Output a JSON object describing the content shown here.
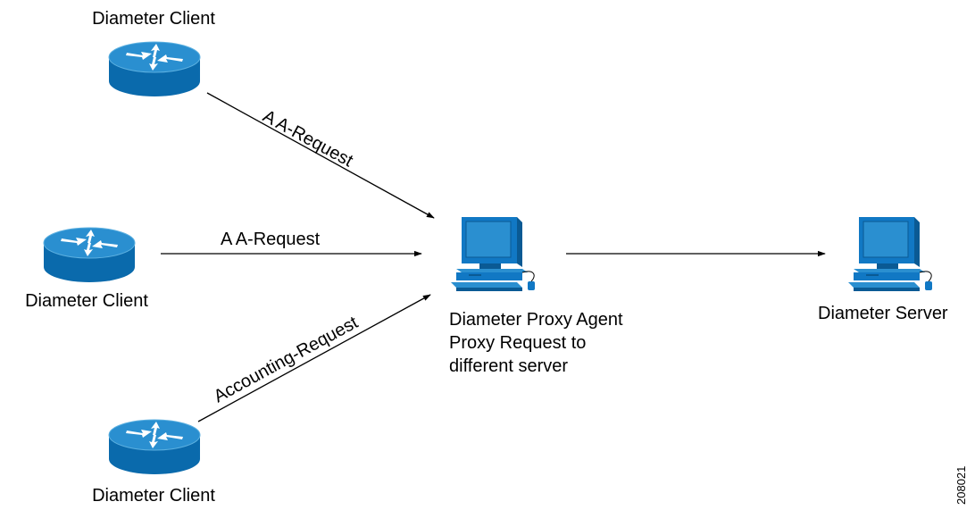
{
  "diagram": {
    "colors": {
      "router_top": "#2a8fd0",
      "router_side": "#0a6aac",
      "device_blue": "#1178c4",
      "line": "#000000",
      "background": "#ffffff"
    },
    "clients": [
      {
        "label": "Diameter Client",
        "icon": "router-icon"
      },
      {
        "label": "Diameter Client",
        "icon": "router-icon"
      },
      {
        "label": "Diameter Client",
        "icon": "router-icon"
      }
    ],
    "proxy": {
      "icon": "computer-icon",
      "lines": [
        "Diameter Proxy Agent",
        "Proxy Request to",
        "different server"
      ]
    },
    "server": {
      "icon": "computer-icon",
      "label": "Diameter Server"
    },
    "messages": {
      "top": "A A-Request",
      "middle": "A A-Request",
      "bottom": "Accounting-Request"
    },
    "figure_id": "208021"
  }
}
